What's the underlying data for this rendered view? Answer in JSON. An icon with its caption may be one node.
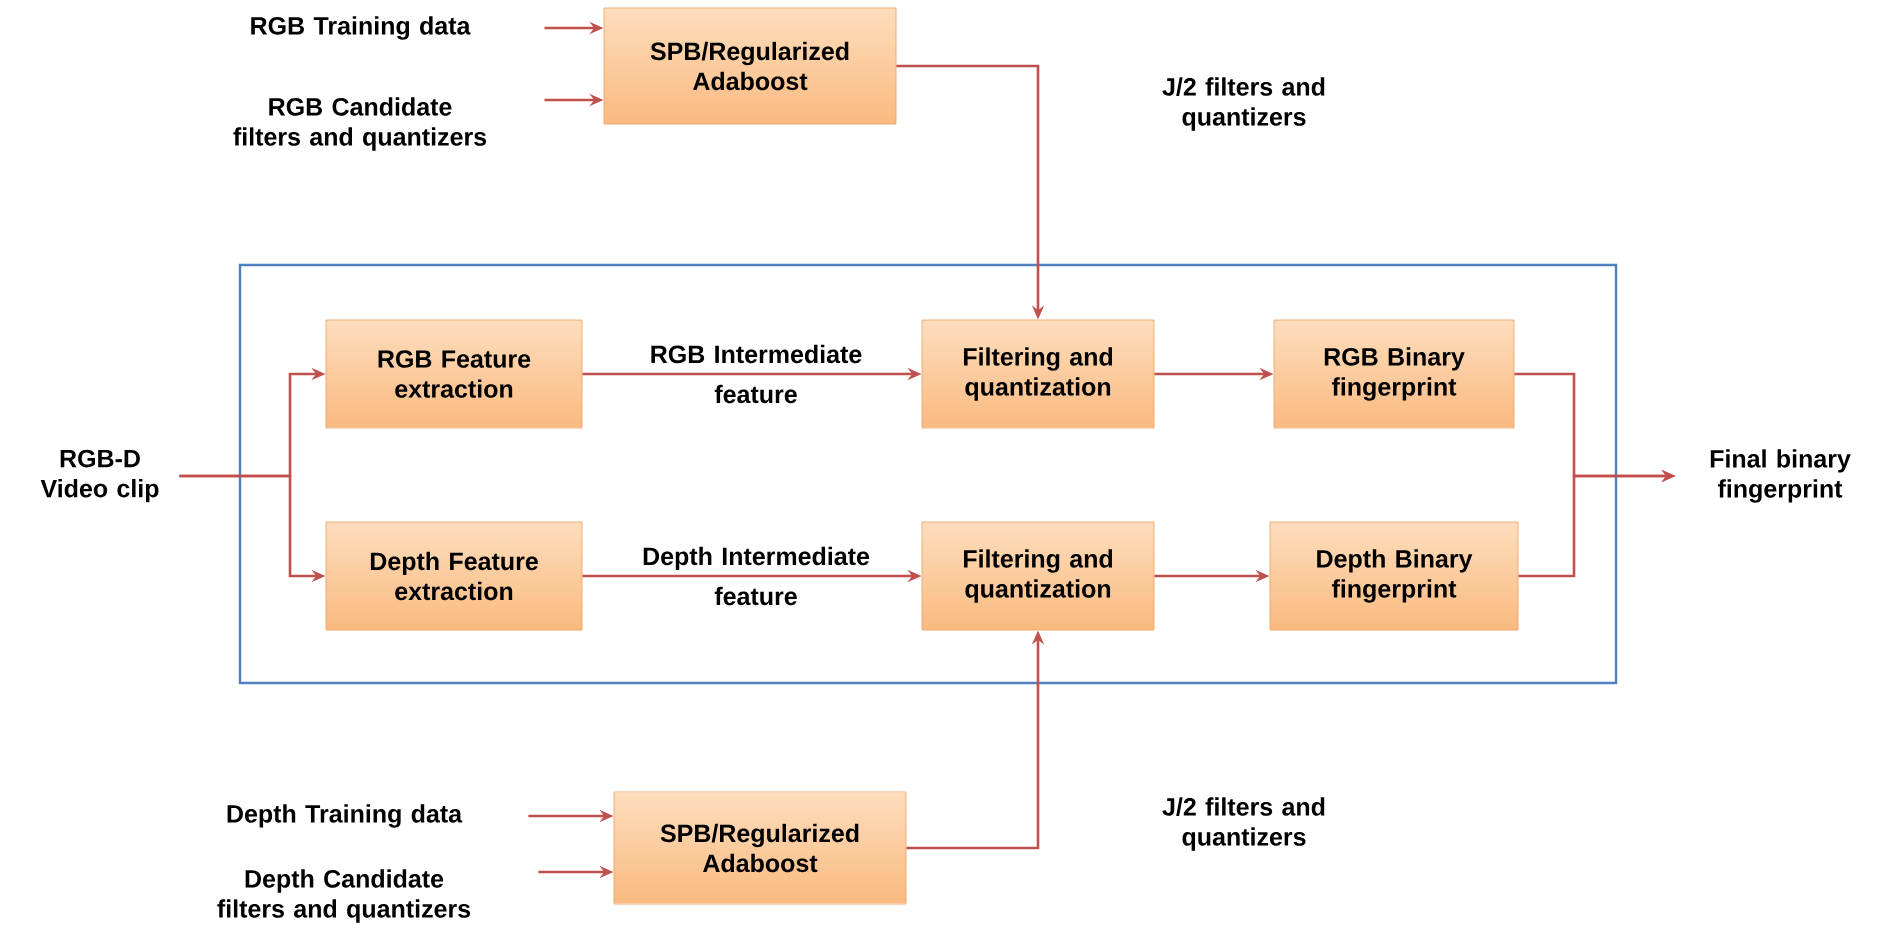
{
  "diagram": {
    "nodes": [
      {
        "text": [
          "RGB Training data"
        ]
      },
      {
        "text": [
          "RGB Candidate filters and quantizers"
        ]
      },
      {
        "text": [
          "SPB/Regularized Adaboost"
        ]
      },
      {
        "text": [],
        "shape": "box"
      },
      {
        "text": [
          "RGB-D Video clip"
        ]
      },
      {
        "text": [
          "RGB Feature extraction"
        ],
        "in": 3
      },
      {
        "text": [
          "Filtering and quantization"
        ],
        "in": 3
      },
      {
        "text": [
          "RGB Binary fingerprint"
        ],
        "in": 3
      },
      {
        "text": [
          "Depth Feature extraction"
        ],
        "in": 3
      },
      {
        "text": [
          "Filtering and quantization"
        ],
        "in": 3
      },
      {
        "text": [
          "Depth Binary fingerprint"
        ],
        "in": 3
      },
      {
        "text": [
          "Final binary fingerprint"
        ]
      },
      {
        "text": [
          "Depth Training data"
        ]
      },
      {
        "text": [
          "Depth Candidate filters and quantizers"
        ]
      },
      {
        "text": [
          "SPB/Regularized Adaboost"
        ]
      }
    ],
    "edges": [
      {
        "from": 0,
        "to": 2,
        "arrow": "to"
      },
      {
        "from": 1,
        "to": 2,
        "arrow": "to"
      },
      {
        "from": 2,
        "to": 6,
        "arrow": "to",
        "label": "J/2 filters and quantizers"
      },
      {
        "from": 4,
        "to": 5,
        "arrow": "to"
      },
      {
        "from": 4,
        "to": 8,
        "arrow": "to"
      },
      {
        "from": 5,
        "to": 6,
        "arrow": "to",
        "label": "RGB Intermediate feature"
      },
      {
        "from": 6,
        "to": 7,
        "arrow": "to"
      },
      {
        "from": 8,
        "to": 9,
        "arrow": "to",
        "label": "Depth Intermediate feature"
      },
      {
        "from": 9,
        "to": 10,
        "arrow": "to"
      },
      {
        "from": 7,
        "to": 11,
        "arrow": "to"
      },
      {
        "from": 10,
        "to": 11,
        "arrow": "to"
      },
      {
        "from": 14,
        "to": 9,
        "arrow": "to",
        "label": "J/2 filters and quantizers"
      },
      {
        "from": 12,
        "to": 14,
        "arrow": "to"
      },
      {
        "from": 13,
        "to": 14,
        "arrow": "to"
      }
    ]
  }
}
